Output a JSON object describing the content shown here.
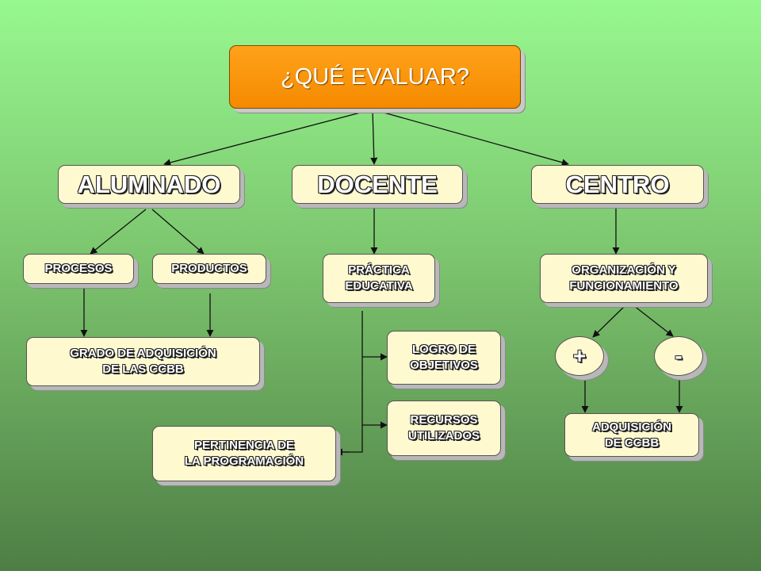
{
  "diagram": {
    "title": "¿QUÉ EVALUAR?",
    "level1": {
      "alumnado": "ALUMNADO",
      "docente": "DOCENTE",
      "centro": "CENTRO"
    },
    "alumnado": {
      "procesos": "PROCESOS",
      "productos": "PRODUCTOS",
      "grado": "GRADO DE ADQUISICIÓN\nDE LAS CCBB"
    },
    "docente": {
      "practica": "PRÁCTICA\nEDUCATIVA",
      "logro": "LOGRO DE\nOBJETIVOS",
      "recursos": "RECURSOS\nUTILIZADOS",
      "pertinencia": "PERTINENCIA DE\nLA PROGRAMACIÓN"
    },
    "centro": {
      "organizacion": "ORGANIZACIÓN Y\nFUNCIONAMIENTO",
      "plus": "+",
      "minus": "-",
      "adquisicion": "ADQUISICIÓN\nDE CCBB"
    }
  },
  "colors": {
    "box_fill": "#fff9cf",
    "title_fill": "#f58a00",
    "connector": "#111111"
  }
}
